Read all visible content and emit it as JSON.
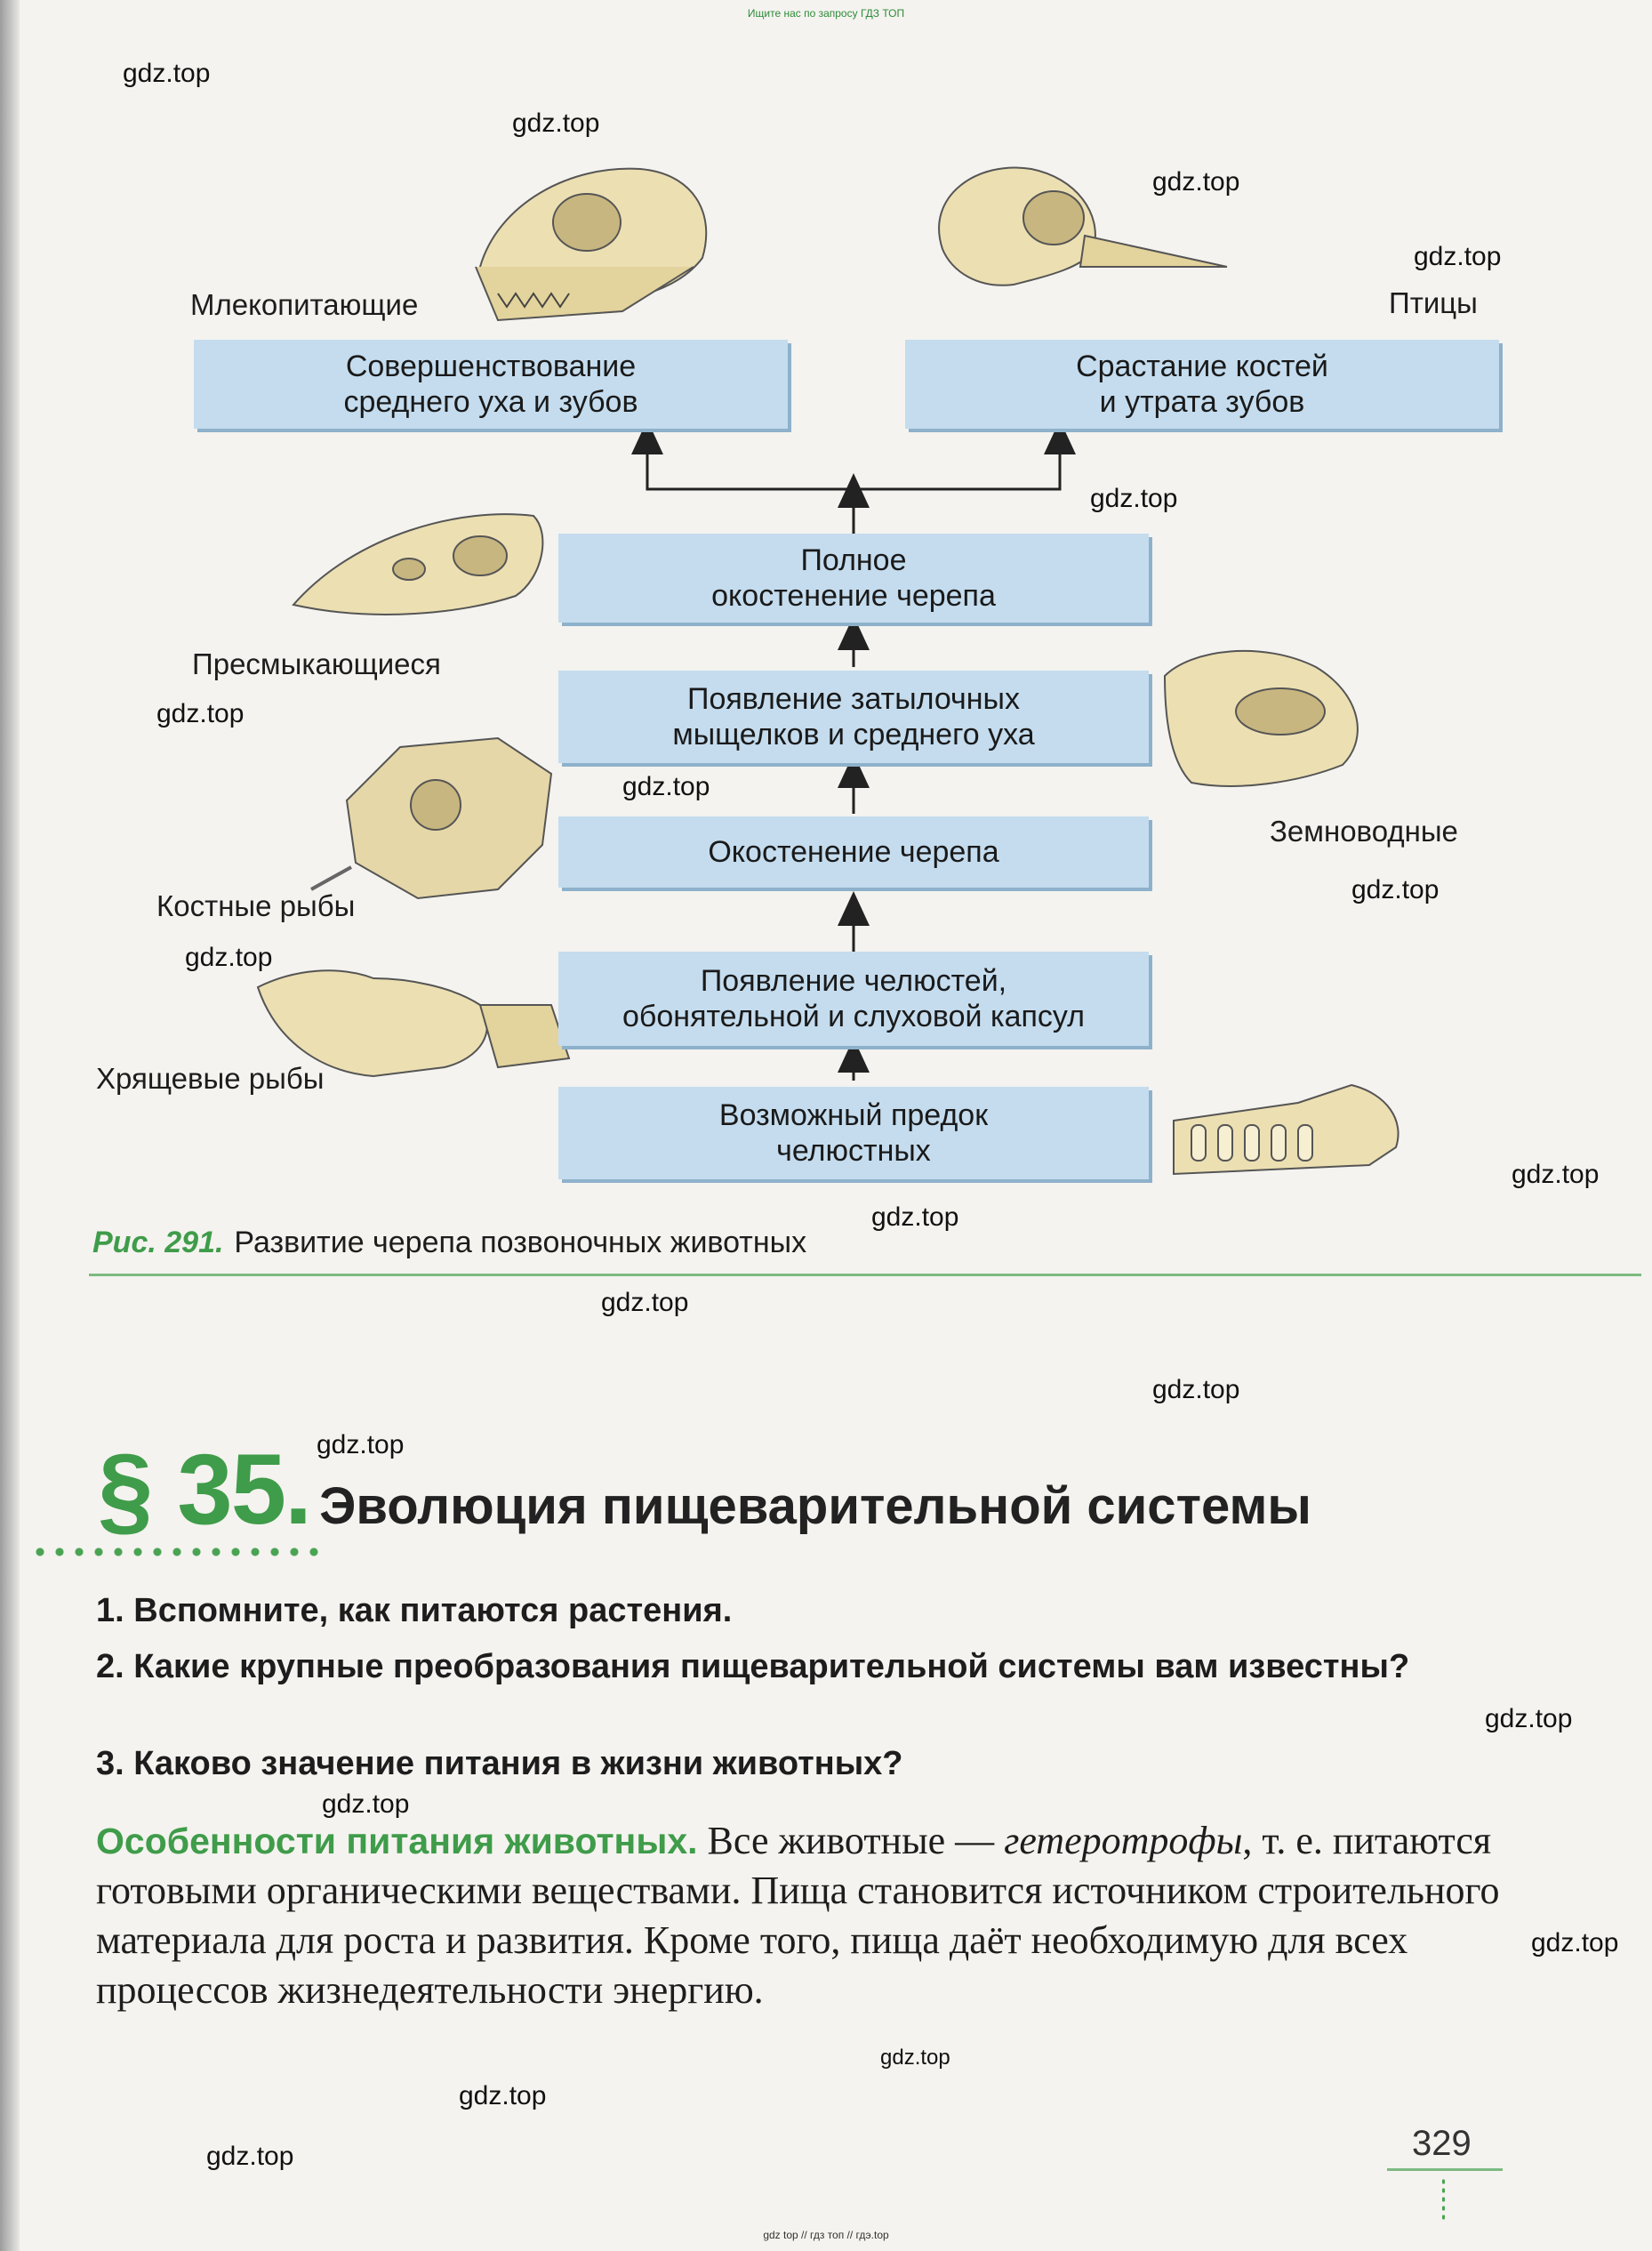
{
  "header": {
    "note": "Ищите нас по запросу ГДЗ ТОП"
  },
  "watermark": "gdz.top",
  "footer_note": "gdz top  //  гдз топ  //  гдэ.top",
  "figure": {
    "boxes": {
      "mammal_box": "Совершенствование\nсреднего уха и зубов",
      "bird_box": "Срастание костей\nи утрата зубов",
      "full_ossification": "Полное\nокостенение черепа",
      "condyles": "Появление затылочных\nмыщелков и среднего уха",
      "ossification": "Окостенение черепа",
      "jaws": "Появление челюстей,\nобонятельной и слуховой капсул",
      "ancestor": "Возможный предок\nчелюстных"
    },
    "animals": {
      "mammals": "Млекопитающие",
      "birds": "Птицы",
      "reptiles": "Пресмыкающиеся",
      "amphibians": "Земноводные",
      "bony_fish": "Костные рыбы",
      "cartilaginous_fish": "Хрящевые рыбы"
    },
    "caption_num": "Рис. 291.",
    "caption_text": "Развитие черепа позвоночных животных"
  },
  "section": {
    "number": "§ 35.",
    "title": "Эволюция пищеварительной системы",
    "questions": [
      "1. Вспомните, как питаются растения.",
      "2. Какие крупные преобразования пищеварительной системы вам известны?",
      "3. Каково значение питания в жизни животных?"
    ],
    "lead": "Особенности питания животных.",
    "text_1": " Все животные — ",
    "term": "гетеротрофы",
    "text_2": ", т. е. питаются готовыми органическими веществами. Пища становится источником строительного материала для роста и развития. Кроме того, пища даёт необходимую для всех процессов жизнедеятельности энергию."
  },
  "page_number": "329",
  "colors": {
    "accent": "#3f9c4a",
    "box": "#c4dcee",
    "bone": "#ecdfb2"
  }
}
